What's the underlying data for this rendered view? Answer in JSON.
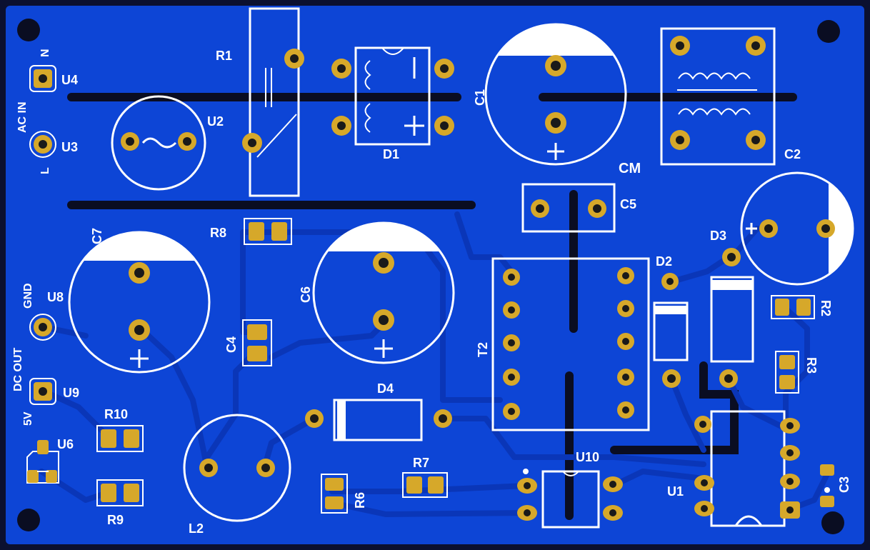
{
  "board": {
    "colors": {
      "substrate": "#0b1030",
      "copper_pour": "#0d45d6",
      "trace": "#0a36b8",
      "silkscreen": "#ffffff",
      "pad_gold": "#d6a82a",
      "pad_hole": "#1a1a1a",
      "cut": "#0a0d22"
    }
  },
  "labels": {
    "r1": "R1",
    "u2": "U2",
    "u4": "U4",
    "u3": "U3",
    "n": "N",
    "l": "L",
    "ac_in": "AC IN",
    "d1": "D1",
    "c1": "C1",
    "cm": "CM",
    "c2": "C2",
    "c5": "C5",
    "d3": "D3",
    "d2": "D2",
    "r2": "R2",
    "r3": "R3",
    "r8": "R8",
    "c7": "C7",
    "c6": "C6",
    "c4": "C4",
    "t2": "T2",
    "gnd": "GND",
    "u8": "U8",
    "dc_out": "DC OUT",
    "u9": "U9",
    "v5": "5V",
    "r10": "R10",
    "u6": "U6",
    "r9": "R9",
    "l2": "L2",
    "d4": "D4",
    "r6": "R6",
    "r7": "R7",
    "u10": "U10",
    "u1": "U1",
    "c3": "C3"
  }
}
